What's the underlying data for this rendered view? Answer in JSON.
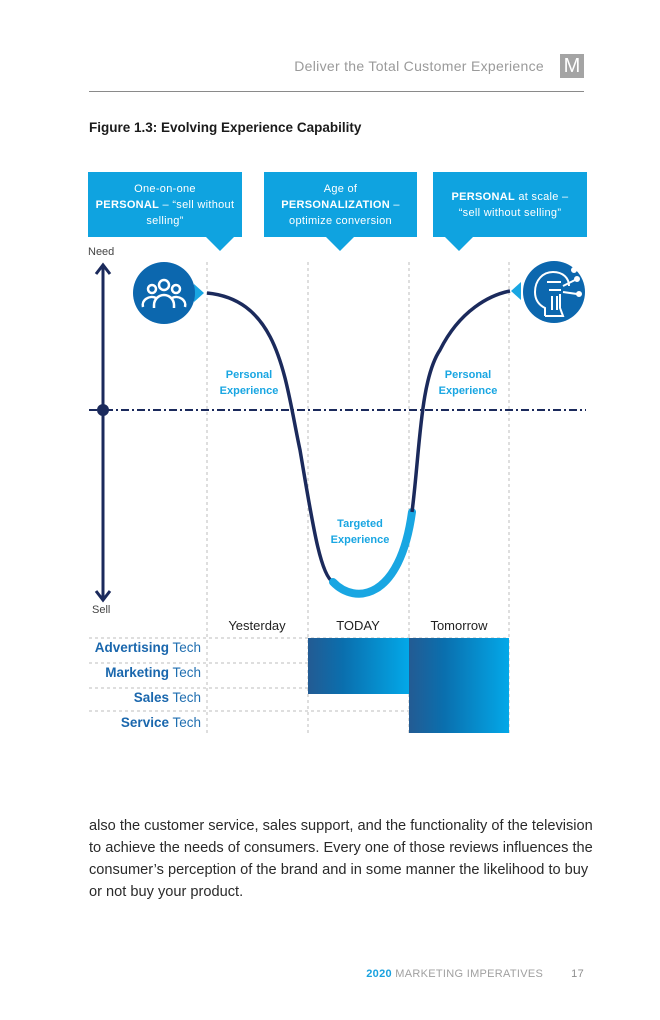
{
  "header": {
    "title": "Deliver the Total Customer Experience",
    "logo": "M"
  },
  "figure": {
    "title": "Figure 1.3: Evolving Experience Capability",
    "callouts": [
      {
        "line1": "One-on-one",
        "bold": "PERSONAL",
        "rest": " – “sell without selling”"
      },
      {
        "line1": "Age of",
        "bold": "PERSONALIZATION",
        "rest": " – optimize conversion"
      },
      {
        "bold": "PERSONAL",
        "rest": " at scale – “sell without selling”"
      }
    ],
    "axis": {
      "top": "Need",
      "bottom": "Sell"
    },
    "curve_labels": {
      "left": "Personal Experience",
      "center": "Targeted Experience",
      "right": "Personal Experience"
    },
    "icons": {
      "left": "people-group-icon",
      "right": "ai-head-icon"
    },
    "columns": [
      "Yesterday",
      "TODAY",
      "Tomorrow"
    ],
    "rows": [
      {
        "bold": "Advertising",
        "rest": " Tech"
      },
      {
        "bold": "Marketing",
        "rest": " Tech"
      },
      {
        "bold": "Sales",
        "rest": " Tech"
      },
      {
        "bold": "Service",
        "rest": " Tech"
      }
    ],
    "coverage": {
      "TODAY": [
        "Advertising",
        "Marketing"
      ],
      "Tomorrow": [
        "Advertising",
        "Marketing",
        "Sales",
        "Service"
      ]
    },
    "colors": {
      "callout": "#0fa3e0",
      "curve": "#1b2a5c",
      "highlight": "#19a6e2",
      "grad_dark": "#21609e",
      "grad_light": "#03a8e8"
    }
  },
  "body": {
    "paragraph": "also the customer service, sales support, and the functionality of the television to achieve the needs of consumers. Every one of those reviews influences the consumer’s perception of the brand and in some manner the likelihood to buy or not buy your product."
  },
  "footer": {
    "year": "2020",
    "title": " MARKETING IMPERATIVES",
    "page": "17"
  }
}
